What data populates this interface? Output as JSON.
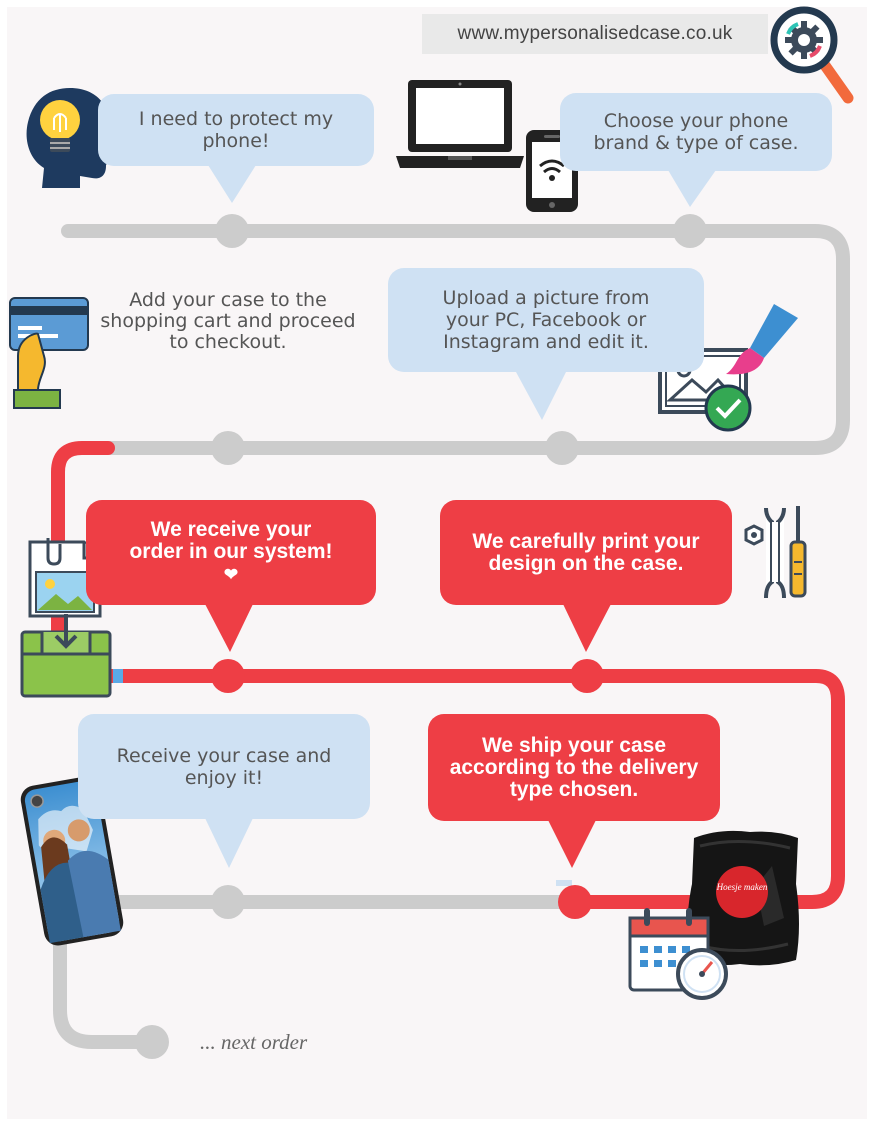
{
  "header": {
    "url": "www.mypersonalisedcase.co.uk"
  },
  "steps": {
    "protect": "I need to protect my phone!",
    "choose": "Choose your phone brand & type of case.",
    "add_to_cart": "Add your case to the shopping cart and proceed to checkout.",
    "upload": "Upload a picture from your PC, Facebook or Instagram and edit it.",
    "receive_order": "We receive your order in our system!",
    "print": "We carefully print your design on the case.",
    "receive_case": "Receive your case and enjoy it!",
    "ship": "We ship your case according to the delivery type chosen."
  },
  "footer": {
    "next_order": "... next order"
  },
  "package_label": "Hoesje maken",
  "colors": {
    "grey_path": "#cccccc",
    "red_path": "#ee3e45",
    "light_bubble": "#cfe1f3",
    "red_bubble": "#ee3e45",
    "background": "#f9f6f7"
  },
  "icons": [
    "magnifier-gear-icon",
    "head-lightbulb-icon",
    "laptop-icon",
    "smartphone-wifi-icon",
    "credit-card-hand-icon",
    "image-brush-check-icon",
    "document-inbox-icon",
    "wrench-screwdriver-icon",
    "phone-case-photo-icon",
    "package-bag-icon",
    "calendar-clock-icon"
  ]
}
